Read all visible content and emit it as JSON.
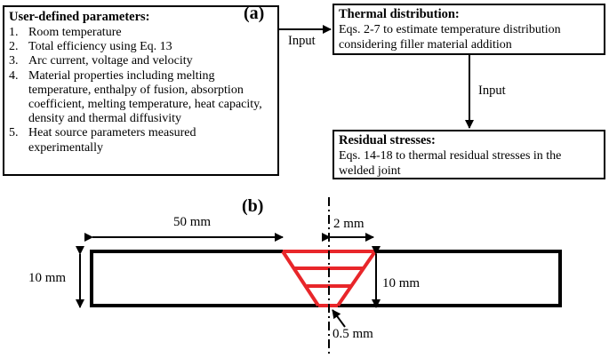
{
  "label_a": "(a)",
  "label_b": "(b)",
  "params": {
    "title": "User-defined parameters:",
    "items": [
      {
        "num": "1.",
        "text": "Room temperature"
      },
      {
        "num": "2.",
        "text": "Total efficiency using Eq. 13"
      },
      {
        "num": "3.",
        "text": "Arc current, voltage and velocity"
      },
      {
        "num": "4.",
        "text": "Material properties including melting temperature, enthalpy of fusion, absorption coefficient, melting temperature, heat capacity, density and thermal diffusivity"
      },
      {
        "num": "5.",
        "text": "Heat source parameters measured experimentally"
      }
    ]
  },
  "thermal": {
    "title": "Thermal distribution:",
    "body": "Eqs. 2-7 to estimate temperature distribution considering filler material addition"
  },
  "residual": {
    "title": "Residual stresses:",
    "body": "Eqs. 14-18 to thermal residual stresses in the welded joint"
  },
  "arrow_labels": {
    "input_1": "Input",
    "input_2": "Input"
  },
  "dims": {
    "width_50": "50 mm",
    "width_2": "2 mm",
    "height_left": "10 mm",
    "height_right": "10 mm",
    "gap": "0.5 mm"
  },
  "colors": {
    "weld": "#e8262a",
    "line": "#000000"
  }
}
